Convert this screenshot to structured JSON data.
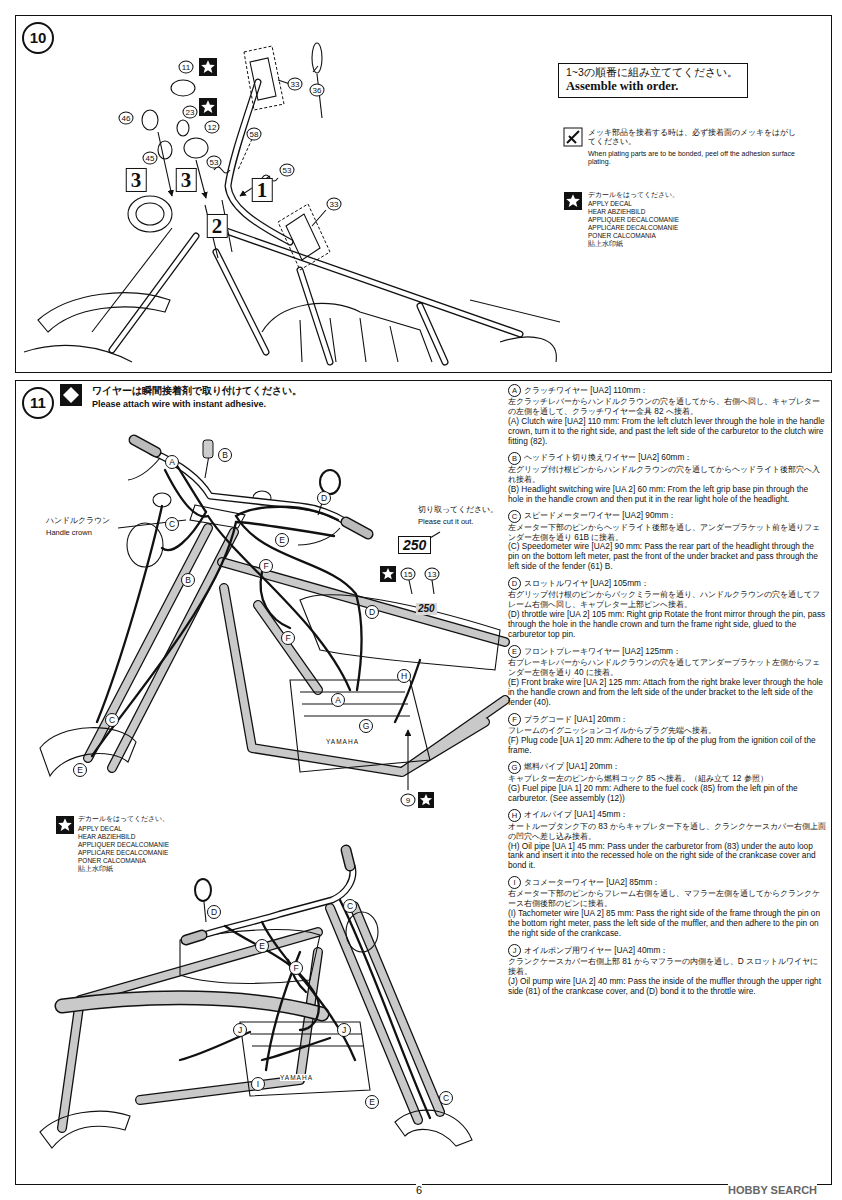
{
  "diagram": {
    "nodes": [
      {
        "text": [
          "10"
        ]
      },
      {
        "text": [
          "1~3の順番に組み立ててください。",
          "Assemble with order."
        ],
        "in": 0
      },
      {
        "text": [
          "11"
        ]
      }
    ],
    "labels": [
      "メッキ部品を接着する時は、必ず接着面のメッキをはがしてください。",
      "When plating parts are to be bonded, peel off the adhesion surface plating.",
      "デカールをはってください。",
      "APPLY DECAL",
      "HEAR ABZIEHBILD",
      "APPLIQUER DECALCOMANIE",
      "APPLICARE DECALCOMANIE",
      "PONER CALCOMANIA",
      "貼上水印紙",
      "11",
      "12",
      "23",
      "45",
      "46",
      "53",
      "53",
      "58",
      "36",
      "33",
      "33",
      "3",
      "3",
      "2",
      "1",
      "ワイヤーは瞬間接着剤で取り付けてください。",
      "Please attach wire with instant adhesive.",
      "ハンドルクラウン",
      "Handle crown",
      "切り取ってください。",
      "Please cut it out.",
      "250",
      "250",
      "YAMAHA",
      "YAMAHA",
      "15",
      "13",
      "9",
      "デカールをはってください。",
      "APPLY DECAL",
      "HEAR ABZIEHBILD",
      "APPLIQUER DECALCOMANIE",
      "APPLICARE DECALCOMANIE",
      "PONER CALCOMANIA",
      "貼上水印紙",
      "A",
      "B",
      "C",
      "B",
      "D",
      "E",
      "F",
      "F",
      "D",
      "C",
      "E",
      "A",
      "G",
      "H",
      "D",
      "C",
      "E",
      "F",
      "J",
      "J",
      "I",
      "E",
      "C",
      "A",
      "クラッチワイヤー [UA2] 110mm：",
      "左クラッチレバーからハンドルクラウンの穴を通してから、右側へ回し、キャブレターの左側を通して、クラッチワイヤー金具 82 へ接着。",
      "(A) Clutch wire [UA2] 110 mm: From the left clutch lever through the hole in the handle crown, turn it to the right side, and past the left side of the carburetor to the clutch wire fitting (82).",
      "B",
      "ヘッドライト切り換えワイヤー [UA2] 60mm：",
      "左グリップ付け根ピンからハンドルクラウンの穴を通してからヘッドライト後部穴へ入れ接着。",
      "(B) Headlight switching wire [UA 2] 60 mm: From the left grip base pin through the hole in the handle crown and then put it in the rear light hole of the headlight.",
      "C",
      "スピードメーターワイヤー [UA2] 90mm：",
      "左メーター下部のピンからヘッドライト後部を通し、アンダーブラケット前を通りフェンダー左側を通り 61B に接着。",
      "(C) Speedometer wire [UA2] 90 mm: Pass the rear part of the headlight through the pin on the bottom left meter, past the front of the under bracket and pass through the left side of the fender (61) B.",
      "D",
      "スロットルワイヤ [UA2] 105mm：",
      "右グリップ付け根のピンからバックミラー前を通り、ハンドルクラウンの穴を通してフレーム右側へ回し、キャブレター上部ピンへ接着。",
      "(D) throttle wire [UA 2] 105 mm: Right grip Rotate the front mirror through the pin, pass through the hole in the handle crown and turn the frame right side, glued to the carburetor top pin.",
      "E",
      "フロントブレーキワイヤー [UA2] 125mm：",
      "右ブレーキレバーからハンドルクラウンの穴を通してアンダーブラケット左側からフェンダー左側を通り 40 に接着。",
      "(E) Front brake wire [UA 2] 125 mm: Attach from the right brake lever through the hole in the handle crown and from the left side of the under bracket to the left side of the fender (40).",
      "F",
      "プラグコード [UA1] 20mm：",
      "フレームのイグニッションコイルからプラグ先端へ接着。",
      "(F) Plug code [UA 1] 20 mm: Adhere to the tip of the plug from the ignition coil of the frame.",
      "G",
      "燃料パイプ [UA1] 20mm：",
      "キャブレター左のピンから燃料コック 85 へ接着。（組み立て 12 参照）",
      "(G) Fuel pipe [UA 1] 20 mm: Adhere to the fuel cock (85) from the left pin of the carburetor. (See assembly (12))",
      "H",
      "オイルパイプ [UA1] 45mm：",
      "オートループタンク下の 83 からキャブレター下を通し、クランクケースカバー右側上面の凹穴へ差し込み接着。",
      "(H) Oil pipe [UA 1] 45 mm: Pass under the carburetor from (83) under the auto loop tank and insert it into the recessed hole on the right side of the crankcase cover and bond it.",
      "I",
      "タコメーターワイヤー [UA2] 85mm：",
      "右メーター下部のピンからフレーム右側を通し、マフラー左側を通してからクランクケース右側後部のピンに接着。",
      "(I) Tachometer wire [UA 2] 85 mm: Pass the right side of the frame through the pin on the bottom right meter, pass the left side of the muffler, and then adhere to the pin on the right side of the crankcase.",
      "J",
      "オイルポンプ用ワイヤー [UA2] 40mm：",
      "クランクケースカバー右側上部 81 からマフラーの内側を通し、D スロットルワイヤに接着。",
      "(J) Oil pump wire [UA 2] 40 mm: Pass the inside of the muffler through the upper right side (81) of the crankcase cover, and (D) bond it to the throttle wire.",
      "6",
      "HOBBY SEARCH"
    ]
  }
}
